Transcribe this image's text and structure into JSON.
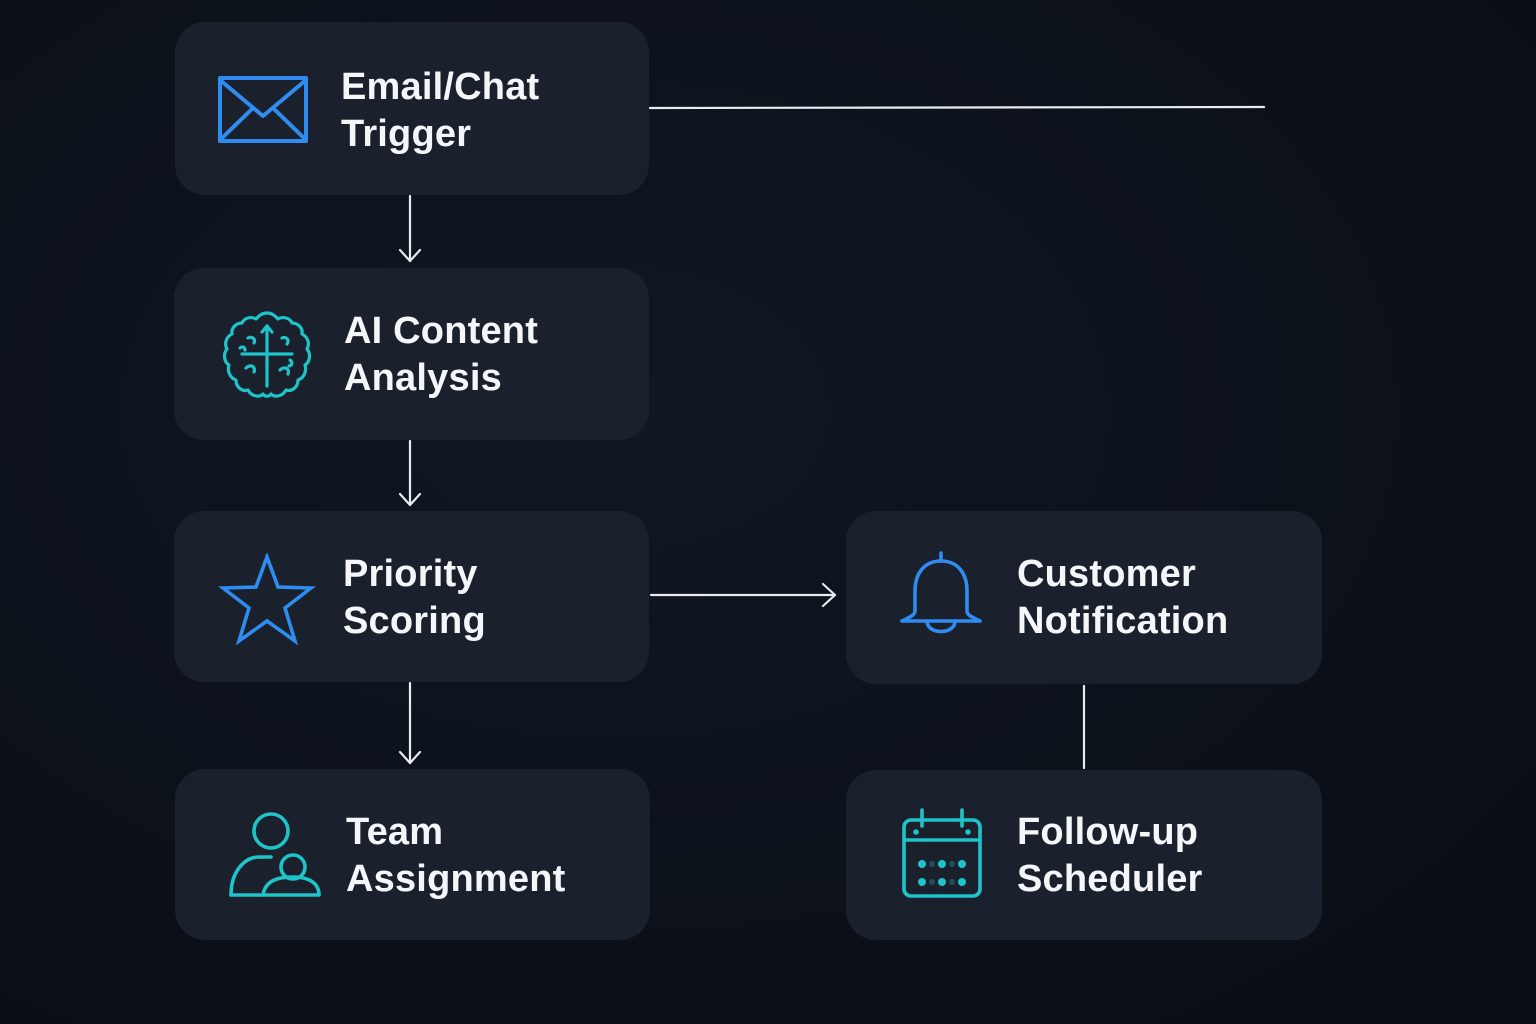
{
  "colors": {
    "background": "#0c111a",
    "node_fill": "#1b212c",
    "text": "#f4f6f9",
    "connector": "#e8ebf0",
    "icon_blue": "#2f8cf0",
    "icon_teal": "#1ec4c9"
  },
  "nodes": {
    "email_chat_trigger": {
      "line1": "Email/Chat",
      "line2": "Trigger",
      "icon": "envelope-icon"
    },
    "ai_content_analysis": {
      "line1": "AI Content",
      "line2": "Analysis",
      "icon": "brain-icon"
    },
    "priority_scoring": {
      "line1": "Priority",
      "line2": "Scoring",
      "icon": "star-icon"
    },
    "team_assignment": {
      "line1": "Team",
      "line2": "Assignment",
      "icon": "users-icon"
    },
    "customer_notification": {
      "line1": "Customer",
      "line2": "Notification",
      "icon": "bell-icon"
    },
    "followup_scheduler": {
      "line1": "Follow-up",
      "line2": "Scheduler",
      "icon": "calendar-icon"
    }
  }
}
